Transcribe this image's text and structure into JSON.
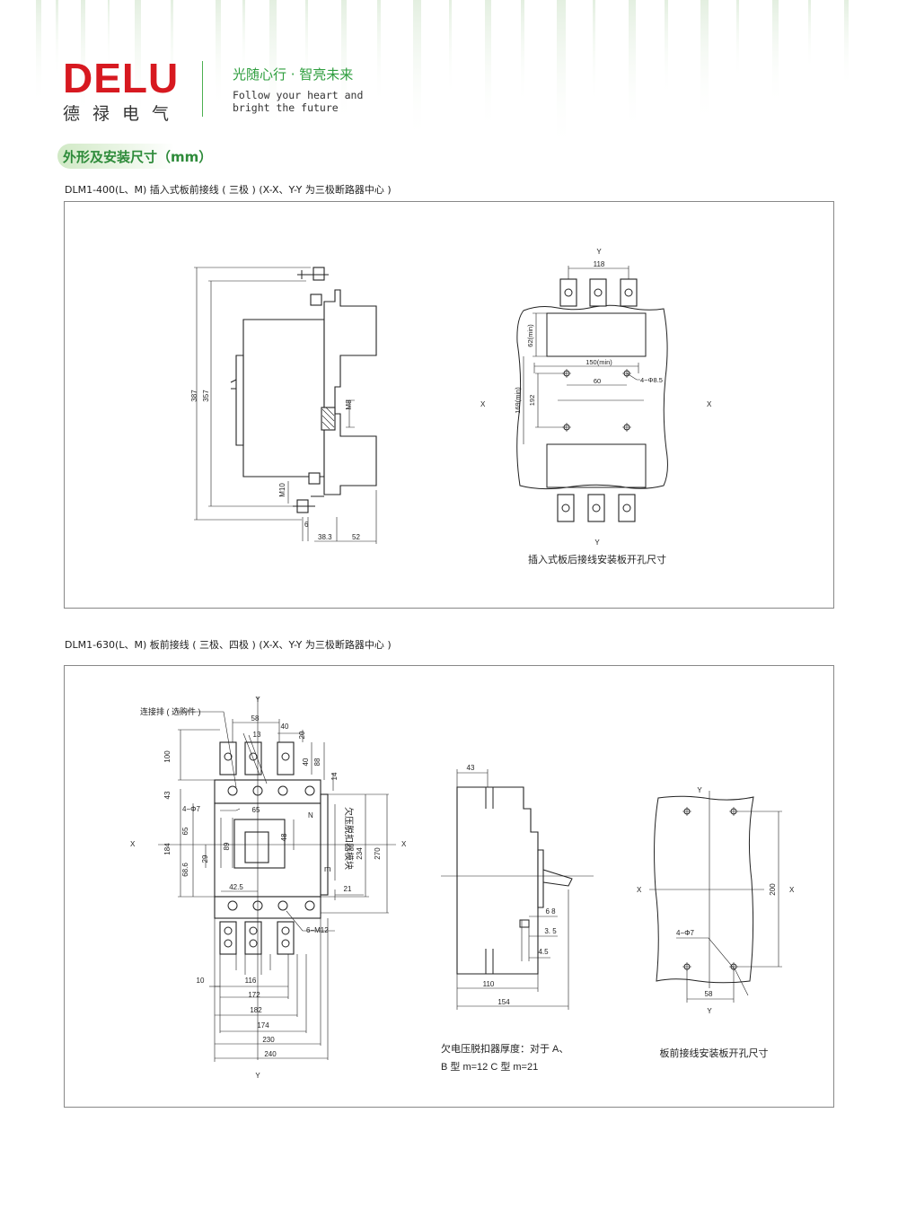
{
  "brand": {
    "logo_text": "DELU",
    "logo_cn": "德禄电气",
    "slogan_cn": "光随心行 · 智亮未来",
    "slogan_en_line1": "Follow your heart and",
    "slogan_en_line2": "bright the future",
    "colors": {
      "logo_red": "#d71920",
      "accent_green": "#2e9e3e"
    }
  },
  "section": {
    "title": "外形及安装尺寸（mm）"
  },
  "fig1": {
    "caption": "DLM1-400(L、M) 插入式板前接线 ( 三极 )   (X-X、Y-Y 为三极断路器中心 )",
    "side": {
      "d387": "387",
      "d357": "357",
      "m8": "M8",
      "m10": "M10",
      "d6": "6",
      "d38": "38.3",
      "d52": "52"
    },
    "cutout": {
      "y": "Y",
      "x": "X",
      "d118": "118",
      "d62": "62(min)",
      "d150": "150(min)",
      "d60": "60",
      "holes": "4−Φ8.5",
      "d169": "169(min)",
      "d192": "192",
      "label": "插入式板后接线安装板开孔尺寸"
    }
  },
  "fig2": {
    "caption": "DLM1-630(L、M) 板前接线 ( 三极、四极 )   (X-X、Y-Y 为三极断路器中心 )",
    "front": {
      "busbar": "连接排 ( 选购件 )",
      "y": "Y",
      "x": "X",
      "d58": "58",
      "d40": "40",
      "d13": "13",
      "d20": "20",
      "d100": "100",
      "d40b": "40",
      "d88": "88",
      "d14": "14",
      "d43": "43",
      "holes": "4−Φ7",
      "d65": "65",
      "n": "N",
      "d184": "184",
      "d65b": "65",
      "d89": "89",
      "d48": "48",
      "d234": "234",
      "d270": "270",
      "d68": "68.6",
      "d29": "29",
      "m": "m",
      "uv": "欠压脱扣器模块",
      "d42": "42.5",
      "d21": "21",
      "m12": "6−M12",
      "d10": "10",
      "d116": "116",
      "d172": "172",
      "d182": "182",
      "d174": "174",
      "d230": "230",
      "d240": "240"
    },
    "side": {
      "d43": "43",
      "d68": "6 8",
      "d35": "3. 5",
      "d45": "4.5",
      "d110": "110",
      "d154": "154",
      "note1": "欠电压脱扣器厚度：对于 A、",
      "note2": "B 型 m=12  C 型 m=21"
    },
    "cutout": {
      "y": "Y",
      "x": "X",
      "d200": "200",
      "holes": "4−Φ7",
      "d58": "58",
      "label": "板前接线安装板开孔尺寸"
    }
  }
}
